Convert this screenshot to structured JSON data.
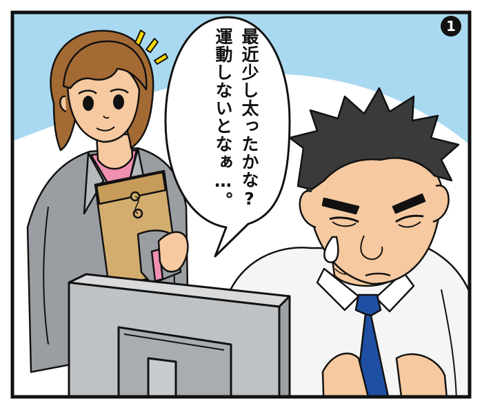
{
  "panel": {
    "number": "1",
    "speech_bubble": {
      "line1": "最近少し太ったかな?",
      "line2": "運動しないとなぁ…。"
    }
  },
  "colors": {
    "sky": "#a9d9f1",
    "border": "#111111",
    "suit": "#9a9ea3",
    "blouse": "#ef8fb2",
    "envelope": "#d3ad6e",
    "hair_woman": "#a46a34",
    "skin": "#f6c9a0",
    "shirt": "#f5f5f5",
    "tie": "#1e4fa3",
    "monitor": "#bfc2c5",
    "surprise_marks": "#f5d800"
  },
  "icons": [
    "surprise-marks-icon",
    "sweat-drop-icon",
    "panel-number-badge"
  ]
}
